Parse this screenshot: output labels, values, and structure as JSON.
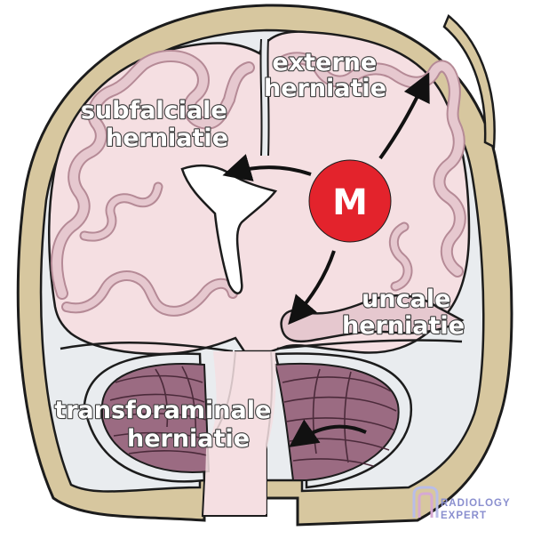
{
  "labels": {
    "externe": [
      "externe",
      "herniatie"
    ],
    "subfalciale": [
      "subfalciale",
      "herniatie"
    ],
    "uncale": [
      "uncale",
      "herniatie"
    ],
    "transforaminale": [
      "transforaminale",
      "herniatie"
    ]
  },
  "mass_label": "M",
  "logo": {
    "line1": "RADIOLOGY",
    "line2": "EXPERT"
  },
  "colors": {
    "skull": "#d7c79f",
    "brain": "#f5dfe2",
    "gyri": "#e6c8cf",
    "csf": "#e9ecef",
    "cerebellum": "#9b6b82",
    "mass": "#e3232c",
    "outline": "#1c1c1c",
    "logo": "#8a8fcf"
  }
}
